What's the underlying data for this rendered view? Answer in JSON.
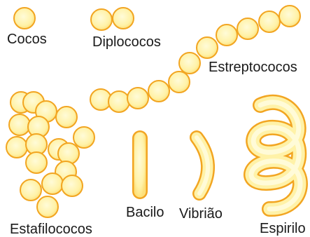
{
  "labels": {
    "cocos": "Cocos",
    "diplococos": "Diplococos",
    "estreptococos": "Estreptococos",
    "estafilococos": "Estafilococos",
    "bacilo": "Bacilo",
    "vibriao": "Vibrião",
    "espirilo": "Espirilo"
  },
  "colors": {
    "fill_light": "#fffbd0",
    "fill_mid": "#fde98a",
    "outline": "#f2a521",
    "text": "#1a1a1a"
  }
}
